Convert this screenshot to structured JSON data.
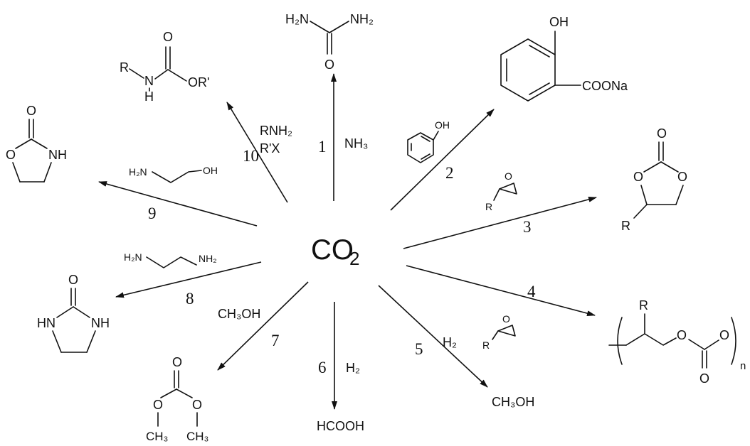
{
  "center": {
    "formula": "CO",
    "subscript": "2"
  },
  "routes": [
    {
      "number": "1",
      "reagent": "NH₃"
    },
    {
      "number": "2",
      "reagent": "OH"
    },
    {
      "number": "3",
      "reagent_r": "R",
      "reagent_o": "O"
    },
    {
      "number": "4",
      "reagent_r": "R",
      "reagent_o": "O"
    },
    {
      "number": "5",
      "reagent": "H₂"
    },
    {
      "number": "6",
      "reagent": "H₂"
    },
    {
      "number": "7",
      "reagent": "CH₃OH"
    },
    {
      "number": "8",
      "reagent_a": "H₂N",
      "reagent_b": "NH₂"
    },
    {
      "number": "9",
      "reagent_a": "H₂N",
      "reagent_b": "OH"
    },
    {
      "number": "10",
      "reagent_a": "RNH₂",
      "reagent_b": "R'X"
    }
  ],
  "products": {
    "urea": {
      "left": "H₂N",
      "right": "NH₂",
      "oxygen": "O"
    },
    "salicylate": {
      "oh": "OH",
      "group": "COONa"
    },
    "cyclic_carbonate": {
      "o1": "O",
      "o2": "O",
      "o3": "O",
      "r": "R"
    },
    "polycarbonate": {
      "r": "R",
      "o1": "O",
      "o2": "O",
      "o3": "O",
      "n": "n"
    },
    "methanol": {
      "label": "CH₃OH"
    },
    "formic_acid": {
      "label": "HCOOH"
    },
    "dimethyl_carbonate": {
      "o1": "O",
      "o2": "O",
      "o3": "O",
      "me1": "CH₃",
      "me2": "CH₃"
    },
    "imidazolidinone": {
      "o": "O",
      "hn": "HN",
      "nh": "NH"
    },
    "oxazolidinone": {
      "o1": "O",
      "o2": "O",
      "nh": "NH"
    },
    "carbamate": {
      "r": "R",
      "n": "N",
      "h": "H",
      "o": "O",
      "or": "OR'"
    }
  }
}
